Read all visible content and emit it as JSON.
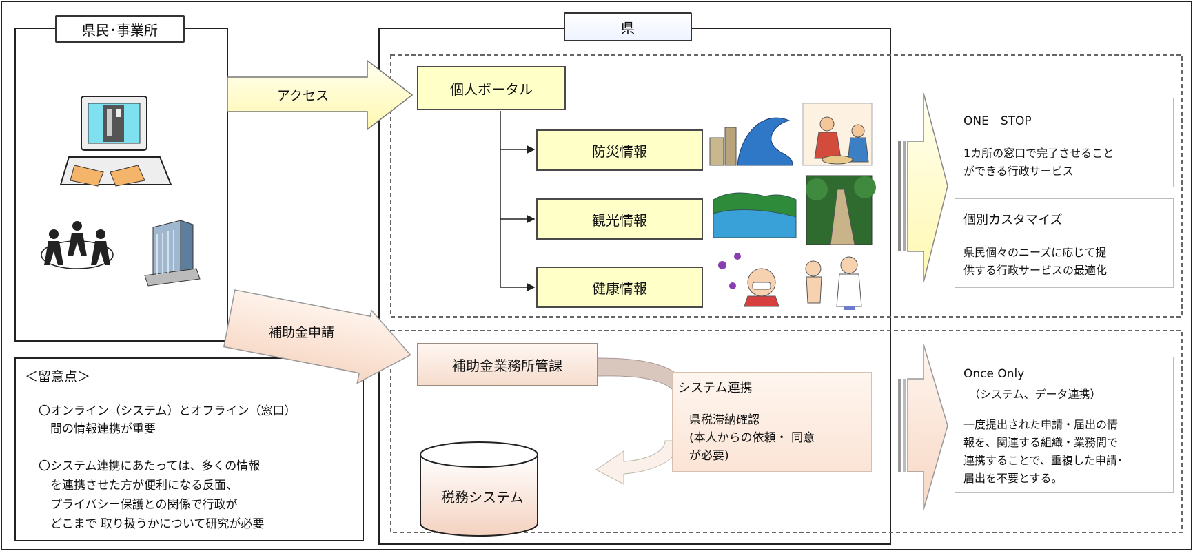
{
  "citizen": {
    "tag": "県民･事業所"
  },
  "prefecture": {
    "tag": "県",
    "portal": "個人ポータル",
    "services": [
      "防災情報",
      "観光情報",
      "健康情報"
    ],
    "subsidy_dept": "補助金業務所管課",
    "tax_system": "税務システム",
    "sys_link": {
      "title": "システム連携",
      "line1": "県税滞納確認",
      "line2": "(本人からの依頼・ 同意",
      "line3": "が必要)"
    }
  },
  "arrows": {
    "access": "アクセス",
    "subsidy": "補助金申請"
  },
  "notes": {
    "title": "＜留意点＞",
    "lines": [
      "〇オンライン（システム）とオフライン（窓口）",
      "　間の情報連携が重要",
      "〇システム連携にあたっては、多くの情報",
      "　を連携させた方が便利になる反面、",
      "　プライバシー保護との関係で行政が",
      "　どこまで 取り扱うかについて研究が必要"
    ]
  },
  "benefits": {
    "one_stop": {
      "title": "ONE　STOP",
      "line1": "1カ所の窓口で完了させること",
      "line2": "ができる行政サービス"
    },
    "custom": {
      "title": "個別カスタマイズ",
      "line1": "県民個々のニーズに応じて提",
      "line2": "供する行政サービスの最適化"
    },
    "once_only": {
      "title": "Once Only",
      "subtitle": "（システム、データ連携）",
      "lines": [
        "一度提出された申請・届出の情",
        "報を、関連する組織・業務間で",
        "連携することで、重複した申請･",
        "届出を不要とする。"
      ]
    }
  },
  "colors": {
    "yellow_fill": "#ffffc8",
    "peach_fill": "#f6dccd",
    "line": "#4a4a4a"
  }
}
